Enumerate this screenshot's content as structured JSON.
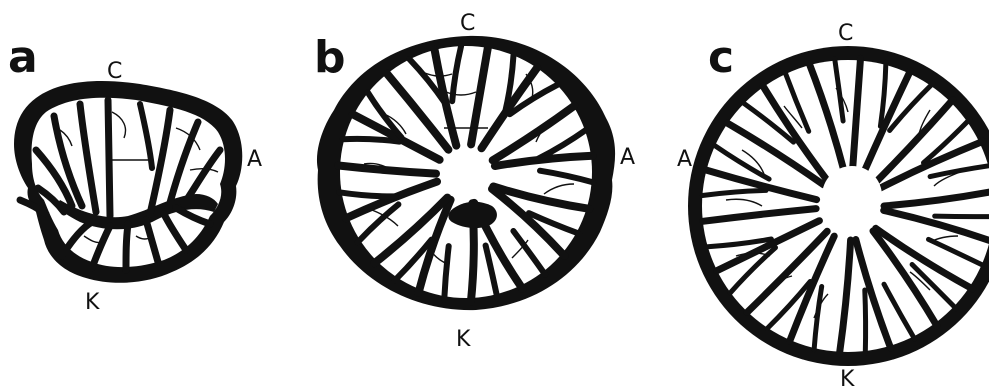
{
  "panels": [
    {
      "letter": "a",
      "labels": {
        "top": "C",
        "right": "A",
        "bottom": "K"
      }
    },
    {
      "letter": "b",
      "labels": {
        "top": "C",
        "right": "A",
        "bottom": "K"
      }
    },
    {
      "letter": "c",
      "labels": {
        "top": "C",
        "left": "A",
        "bottom": "K"
      }
    }
  ],
  "colors": {
    "ink": "#111111",
    "background": "#ffffff"
  }
}
